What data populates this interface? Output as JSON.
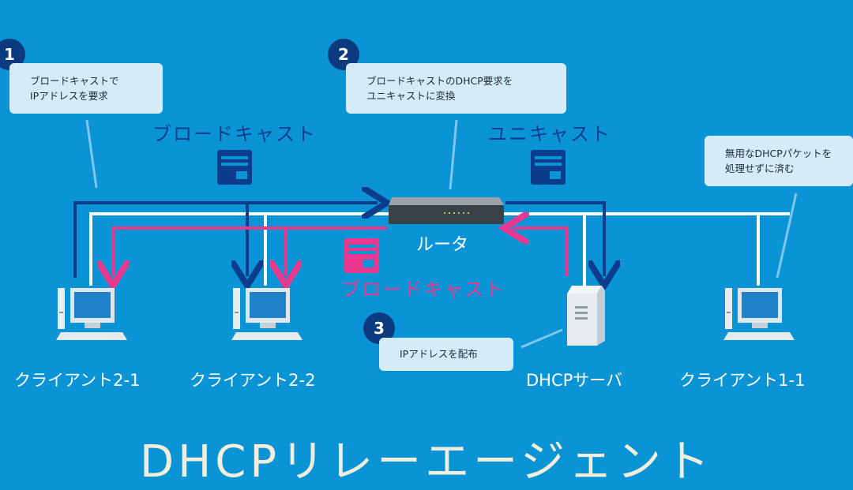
{
  "steps": [
    {
      "number": "1",
      "lines": [
        "ブロードキャストで",
        "IPアドレスを要求"
      ]
    },
    {
      "number": "2",
      "lines": [
        "ブロードキャストのDHCP要求を",
        "ユニキャストに変換"
      ]
    },
    {
      "number": "3",
      "lines": [
        "IPアドレスを配布"
      ]
    }
  ],
  "note": {
    "lines": [
      "無用なDHCPパケットを",
      "処理せずに済む"
    ]
  },
  "labels": {
    "broadcast_top": "ブロードキャスト",
    "unicast": "ユニキャスト",
    "broadcast_bottom": "ブロードキャスト",
    "router": "ルータ"
  },
  "devices": {
    "client_2_1": "クライアント2-1",
    "client_2_2": "クライアント2-2",
    "dhcp_server": "DHCPサーバ",
    "client_1_1": "クライアント1-1"
  },
  "title": "DHCPリレーエージェント",
  "colors": {
    "background": "#0a94d6",
    "request_arrow": "#0b3d8c",
    "reply_arrow": "#e8398f",
    "network_line": "#ffffff",
    "callout": "#d3ecf8",
    "title": "#f3eedb"
  },
  "icons": [
    "pc-monitor-icon",
    "router-icon",
    "server-icon",
    "packet-icon"
  ]
}
